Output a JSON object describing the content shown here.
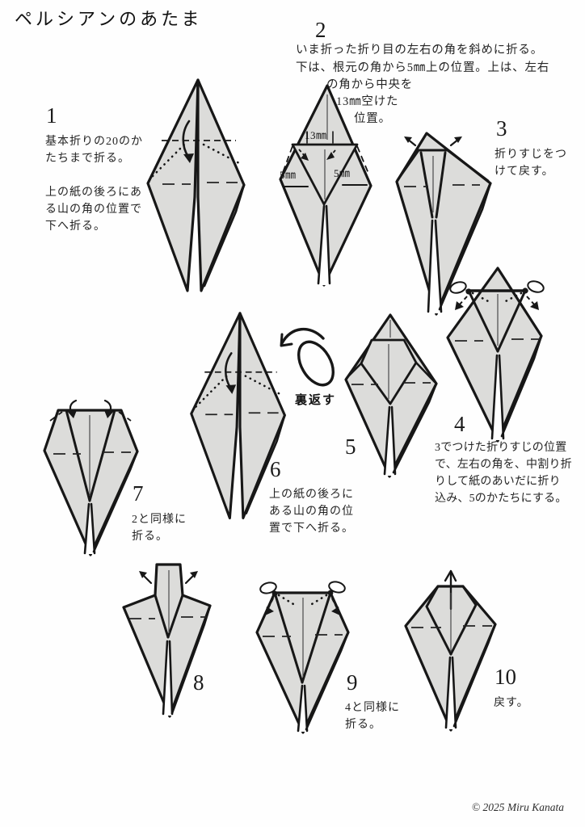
{
  "title": "ペルシアンのあたま",
  "colors": {
    "paper": "#dcdcda",
    "ink": "#171717"
  },
  "steps": [
    {
      "n": "1",
      "text": "基本折りの20のか\nたちまで折る。\n\n上の紙の後ろにあ\nる山の角の位置で\n下へ折る。"
    },
    {
      "n": "2",
      "lines": [
        "いま折った折り目の左右の角を斜めに折る。",
        "下は、根元の角から5㎜上の位置。上は、左右",
        "の角から中央を",
        "13㎜空けた",
        "位置。"
      ]
    },
    {
      "n": "3",
      "text": "折りすじをつ\nけて戻す。"
    },
    {
      "n": "4",
      "text": "3でつけた折りすじの位置\nで、左右の角を、中割り折\nりして紙のあいだに折り\n込み、5のかたちにする。"
    },
    {
      "n": "5",
      "text": ""
    },
    {
      "n": "6",
      "text": "上の紙の後ろに\nある山の角の位\n置で下へ折る。"
    },
    {
      "n": "7",
      "text": "2と同様に\n折る。"
    },
    {
      "n": "8",
      "text": ""
    },
    {
      "n": "9",
      "text": "4と同様に\n折る。"
    },
    {
      "n": "10",
      "text": "戻す。"
    }
  ],
  "labels": {
    "mm13": "13㎜",
    "mm5_left": "5㎜",
    "mm5_right": "5㎜",
    "flip": "裏返す"
  },
  "footer": {
    "copyright": "© 2025 Miru Kanata"
  }
}
